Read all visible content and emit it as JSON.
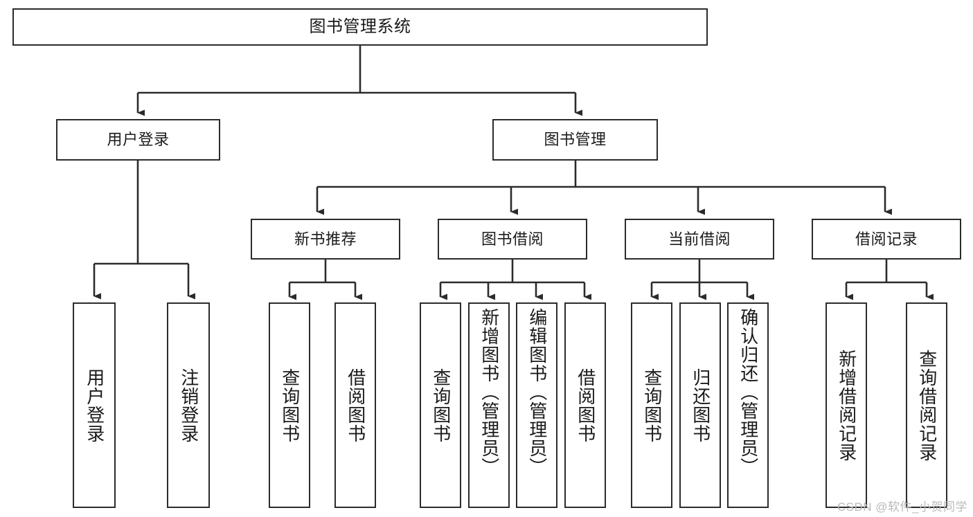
{
  "diagram": {
    "title": "图书管理系统",
    "type": "tree-hierarchy",
    "watermark": "CSDN @软件_小贺同学",
    "colors": {
      "background": "#ffffff",
      "box_border": "#2b2b2b",
      "box_fill": "#ffffff",
      "text": "#1a1a1a",
      "connector": "#2b2b2b",
      "watermark": "#b9b9b9"
    },
    "nodes": {
      "root": {
        "label": "图书管理系统"
      },
      "level2": [
        {
          "id": "user-login",
          "label": "用户登录"
        },
        {
          "id": "book-manage",
          "label": "图书管理"
        }
      ],
      "level3": [
        {
          "id": "new-book-recommend",
          "label": "新书推荐"
        },
        {
          "id": "book-borrow",
          "label": "图书借阅"
        },
        {
          "id": "current-borrow",
          "label": "当前借阅"
        },
        {
          "id": "borrow-record",
          "label": "借阅记录"
        }
      ],
      "leaves": {
        "user_login": [
          {
            "id": "leaf-user-login",
            "label": "用户登录"
          },
          {
            "id": "leaf-logout-login",
            "label": "注销登录"
          }
        ],
        "new_book_recommend": [
          {
            "id": "leaf-query-book-1",
            "label": "查询图书"
          },
          {
            "id": "leaf-borrow-book-1",
            "label": "借阅图书"
          }
        ],
        "book_borrow": [
          {
            "id": "leaf-query-book-2",
            "label": "查询图书"
          },
          {
            "id": "leaf-add-book",
            "label": "新增图书（管理员）"
          },
          {
            "id": "leaf-edit-book",
            "label": "编辑图书（管理员）"
          },
          {
            "id": "leaf-borrow-book-2",
            "label": "借阅图书"
          }
        ],
        "current_borrow": [
          {
            "id": "leaf-query-book-3",
            "label": "查询图书"
          },
          {
            "id": "leaf-return-book",
            "label": "归还图书"
          },
          {
            "id": "leaf-confirm-return",
            "label": "确认归还（管理员）"
          }
        ],
        "borrow_record": [
          {
            "id": "leaf-add-record",
            "label": "新增借阅记录"
          },
          {
            "id": "leaf-query-record",
            "label": "查询借阅记录"
          }
        ]
      }
    }
  }
}
